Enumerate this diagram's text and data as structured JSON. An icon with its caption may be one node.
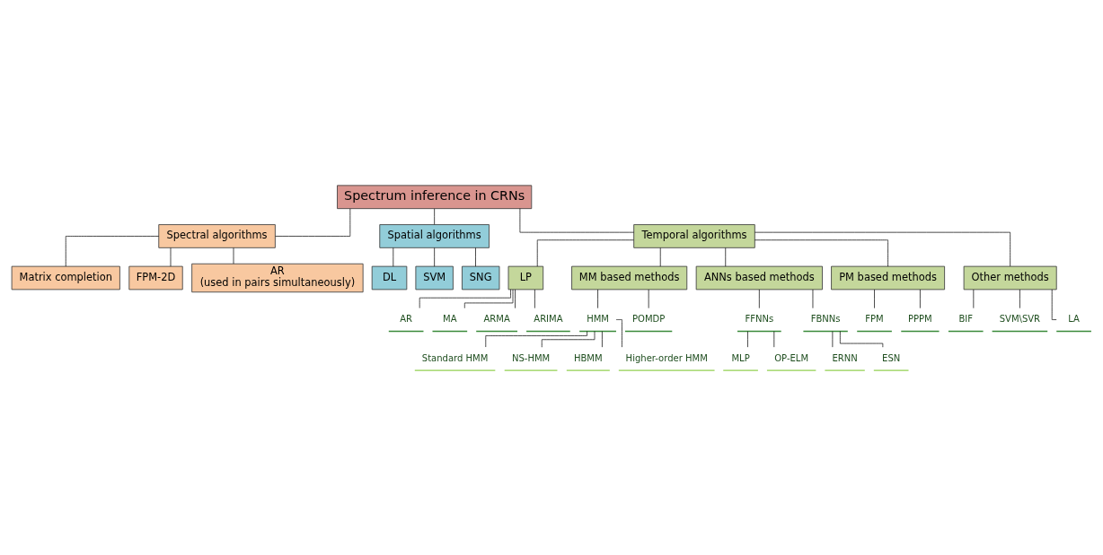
{
  "diagram": {
    "nodes": [
      {
        "text": [
          "Spectrum inference in CRNs"
        ]
      },
      {
        "text": [
          "Spectral algorithms"
        ]
      },
      {
        "text": [
          "Spatial algorithms"
        ]
      },
      {
        "text": [
          "Matrix completion"
        ]
      },
      {
        "text": [
          "FPM-2D"
        ]
      },
      {
        "text": [
          "AR",
          "(used in pairs simultaneously)"
        ]
      },
      {
        "text": [
          "DL"
        ]
      },
      {
        "text": [
          "SVM"
        ]
      },
      {
        "text": [
          "SNG"
        ]
      },
      {
        "text": [
          "Temporal algorithms"
        ]
      },
      {
        "text": [
          "LP"
        ]
      },
      {
        "text": [
          "MM based methods"
        ]
      },
      {
        "text": [
          "ANNs based methods"
        ]
      },
      {
        "text": [
          "PM based methods"
        ]
      },
      {
        "text": [
          "Other methods"
        ]
      },
      {
        "text": [
          "AR"
        ]
      },
      {
        "text": [
          "MA"
        ]
      },
      {
        "text": [
          "ARMA"
        ]
      },
      {
        "text": [
          "ARIMA"
        ]
      },
      {
        "text": [
          "HMM"
        ]
      },
      {
        "text": [
          "POMDP"
        ]
      },
      {
        "text": [
          "Standard HMM"
        ]
      },
      {
        "text": [
          "NS-HMM"
        ]
      },
      {
        "text": [
          "HBMM"
        ]
      },
      {
        "text": [
          "Higher-order HMM"
        ]
      },
      {
        "text": [
          "FFNNs"
        ]
      },
      {
        "text": [
          "FBNNs"
        ]
      },
      {
        "text": [
          "MLP"
        ]
      },
      {
        "text": [
          "OP-ELM"
        ]
      },
      {
        "text": [
          "ERNN"
        ]
      },
      {
        "text": [
          "ESN"
        ]
      },
      {
        "text": [
          "FPM"
        ]
      },
      {
        "text": [
          "PPPM"
        ]
      },
      {
        "text": [
          "BIF"
        ]
      },
      {
        "text": [
          "SVM\\SVR"
        ]
      },
      {
        "text": [
          "LA"
        ]
      }
    ],
    "edges": [
      {
        "from": 0,
        "to": 1,
        "arrow": "none"
      },
      {
        "from": 0,
        "to": 2,
        "arrow": "none"
      },
      {
        "from": 0,
        "to": 9,
        "arrow": "none"
      },
      {
        "from": 1,
        "to": 3,
        "arrow": "none"
      },
      {
        "from": 1,
        "to": 4,
        "arrow": "none"
      },
      {
        "from": 1,
        "to": 5,
        "arrow": "none"
      },
      {
        "from": 2,
        "to": 6,
        "arrow": "none"
      },
      {
        "from": 2,
        "to": 7,
        "arrow": "none"
      },
      {
        "from": 2,
        "to": 8,
        "arrow": "none"
      },
      {
        "from": 9,
        "to": 10,
        "arrow": "none"
      },
      {
        "from": 9,
        "to": 11,
        "arrow": "none"
      },
      {
        "from": 9,
        "to": 12,
        "arrow": "none"
      },
      {
        "from": 9,
        "to": 13,
        "arrow": "none"
      },
      {
        "from": 9,
        "to": 14,
        "arrow": "none"
      },
      {
        "from": 10,
        "to": 15,
        "arrow": "none"
      },
      {
        "from": 10,
        "to": 16,
        "arrow": "none"
      },
      {
        "from": 10,
        "to": 17,
        "arrow": "none"
      },
      {
        "from": 10,
        "to": 18,
        "arrow": "none"
      },
      {
        "from": 11,
        "to": 19,
        "arrow": "none"
      },
      {
        "from": 11,
        "to": 20,
        "arrow": "none"
      },
      {
        "from": 19,
        "to": 21,
        "arrow": "none"
      },
      {
        "from": 19,
        "to": 22,
        "arrow": "none"
      },
      {
        "from": 19,
        "to": 23,
        "arrow": "none"
      },
      {
        "from": 19,
        "to": 24,
        "arrow": "none"
      },
      {
        "from": 12,
        "to": 25,
        "arrow": "none"
      },
      {
        "from": 12,
        "to": 26,
        "arrow": "none"
      },
      {
        "from": 25,
        "to": 27,
        "arrow": "none"
      },
      {
        "from": 25,
        "to": 28,
        "arrow": "none"
      },
      {
        "from": 26,
        "to": 29,
        "arrow": "none"
      },
      {
        "from": 26,
        "to": 30,
        "arrow": "none"
      },
      {
        "from": 13,
        "to": 31,
        "arrow": "none"
      },
      {
        "from": 13,
        "to": 32,
        "arrow": "none"
      },
      {
        "from": 14,
        "to": 33,
        "arrow": "none"
      },
      {
        "from": 14,
        "to": 34,
        "arrow": "none"
      },
      {
        "from": 14,
        "to": 35,
        "arrow": "none"
      }
    ]
  }
}
